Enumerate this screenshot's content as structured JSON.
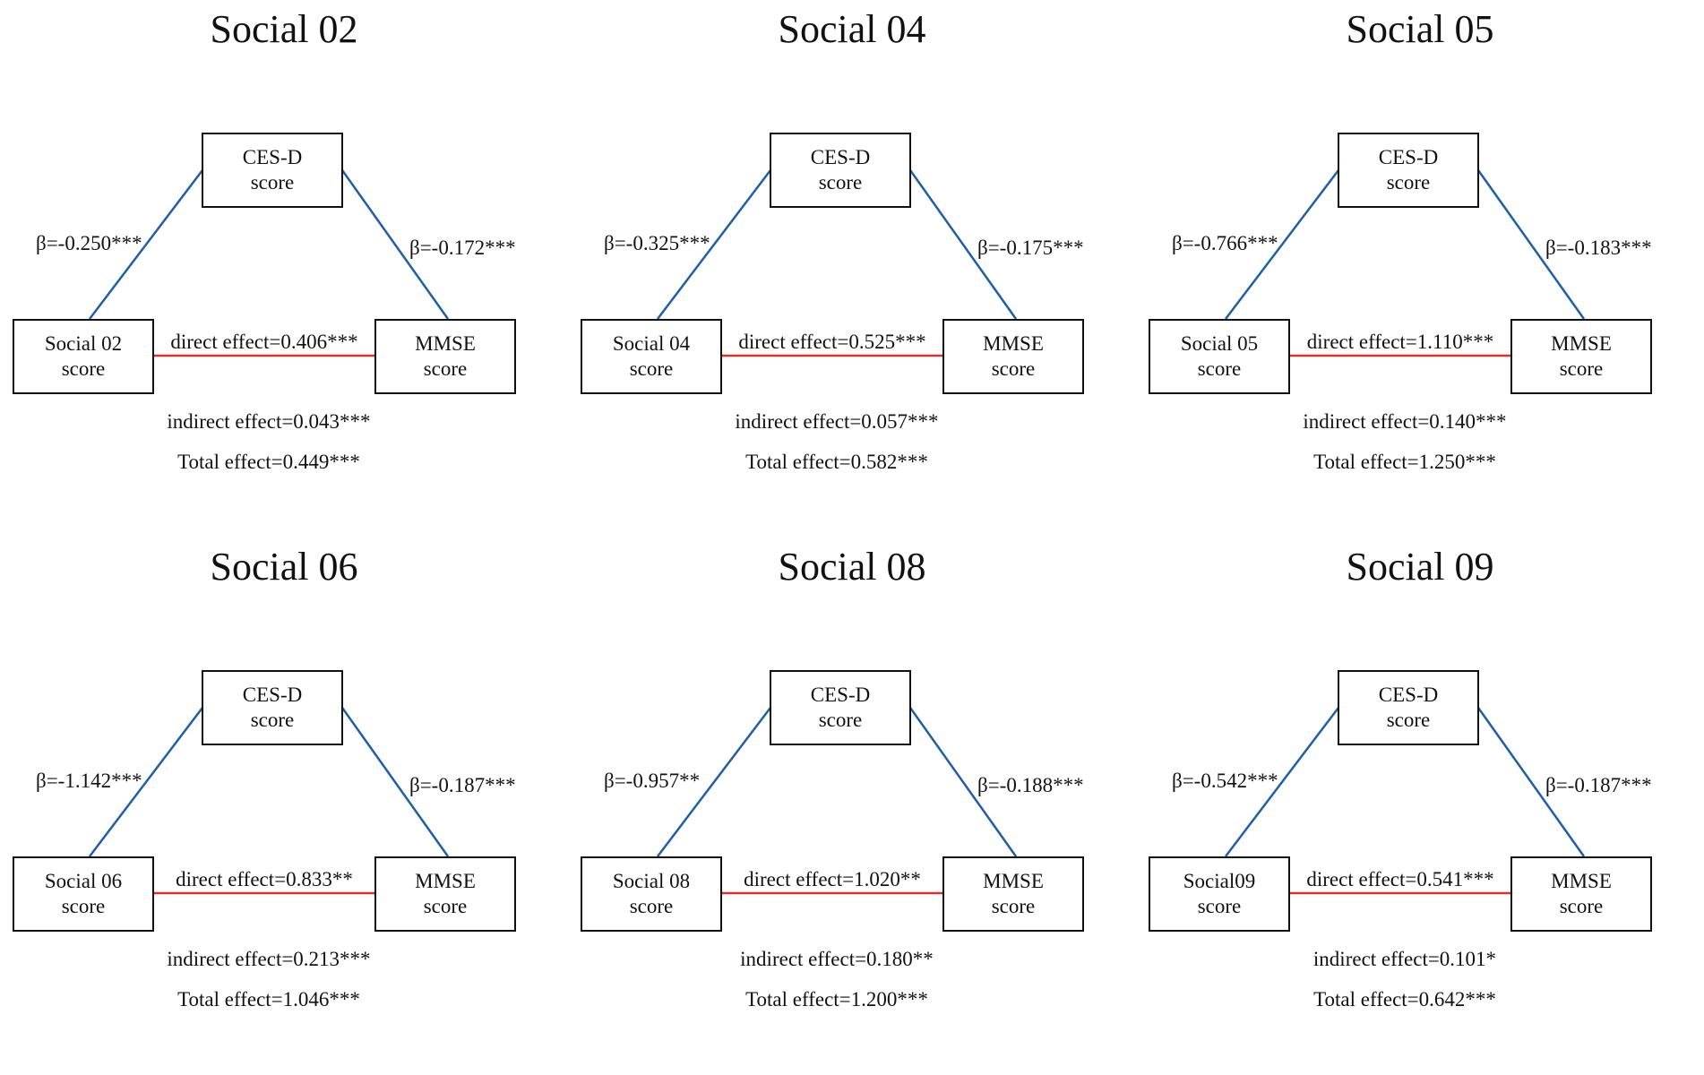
{
  "colors": {
    "path_line": "#1f5fa8",
    "direct_line": "#d9322b",
    "text": "#111111"
  },
  "panels": [
    {
      "title": "Social 02",
      "mediator": [
        "CES-D",
        "score"
      ],
      "independent": [
        "Social 02",
        "score"
      ],
      "dependent": [
        "MMSE",
        "score"
      ],
      "path_a": "β=-0.250***",
      "path_b": "β=-0.172***",
      "direct": "direct effect=0.406***",
      "indirect": "indirect effect=0.043***",
      "total": "Total effect=0.449***"
    },
    {
      "title": "Social 04",
      "mediator": [
        "CES-D",
        "score"
      ],
      "independent": [
        "Social 04",
        "score"
      ],
      "dependent": [
        "MMSE",
        "score"
      ],
      "path_a": "β=-0.325***",
      "path_b": "β=-0.175***",
      "direct": "direct effect=0.525***",
      "indirect": "indirect effect=0.057***",
      "total": "Total effect=0.582***"
    },
    {
      "title": "Social 05",
      "mediator": [
        "CES-D",
        "score"
      ],
      "independent": [
        "Social 05",
        "score"
      ],
      "dependent": [
        "MMSE",
        "score"
      ],
      "path_a": "β=-0.766***",
      "path_b": "β=-0.183***",
      "direct": "direct effect=1.110***",
      "indirect": "indirect effect=0.140***",
      "total": "Total effect=1.250***"
    },
    {
      "title": "Social 06",
      "mediator": [
        "CES-D",
        "score"
      ],
      "independent": [
        "Social 06",
        "score"
      ],
      "dependent": [
        "MMSE",
        "score"
      ],
      "path_a": "β=-1.142***",
      "path_b": "β=-0.187***",
      "direct": "direct effect=0.833**",
      "indirect": "indirect effect=0.213***",
      "total": "Total effect=1.046***"
    },
    {
      "title": "Social 08",
      "mediator": [
        "CES-D",
        "score"
      ],
      "independent": [
        "Social 08",
        "score"
      ],
      "dependent": [
        "MMSE",
        "score"
      ],
      "path_a": "β=-0.957**",
      "path_b": "β=-0.188***",
      "direct": "direct effect=1.020**",
      "indirect": "indirect effect=0.180**",
      "total": "Total effect=1.200***"
    },
    {
      "title": "Social 09",
      "mediator": [
        "CES-D",
        "score"
      ],
      "independent": [
        "Social09",
        "score"
      ],
      "dependent": [
        "MMSE",
        "score"
      ],
      "path_a": "β=-0.542***",
      "path_b": "β=-0.187***",
      "direct": "direct effect=0.541***",
      "indirect": "indirect effect=0.101*",
      "total": "Total effect=0.642***"
    }
  ]
}
